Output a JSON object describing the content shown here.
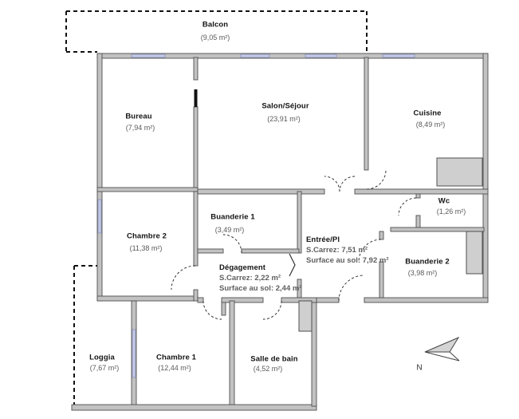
{
  "plan": {
    "type": "apartment-floorplan",
    "rooms": {
      "balcon": {
        "name": "Balcon",
        "area": "(9,05 m²)"
      },
      "bureau": {
        "name": "Bureau",
        "area": "(7,94 m²)"
      },
      "salon": {
        "name": "Salon/Séjour",
        "area": "(23,91 m²)"
      },
      "cuisine": {
        "name": "Cuisine",
        "area": "(8,49 m²)"
      },
      "wc": {
        "name": "Wc",
        "area": "(1,26 m²)"
      },
      "chambre2": {
        "name": "Chambre 2",
        "area": "(11,38 m²)"
      },
      "buanderie1": {
        "name": "Buanderie 1",
        "area": "(3,49 m²)"
      },
      "buanderie2": {
        "name": "Buanderie 2",
        "area": "(3,98 m²)"
      },
      "loggia": {
        "name": "Loggia",
        "area": "(7,67 m²)"
      },
      "chambre1": {
        "name": "Chambre 1",
        "area": "(12,44 m²)"
      },
      "salledebain": {
        "name": "Salle de bain",
        "area": "(4,52 m²)"
      },
      "entree": {
        "name": "Entrée/Pl",
        "carrez": "S.Carrez: 7,51 m²",
        "surface_sol": "Surface au sol: 7,92 m²"
      },
      "degagement": {
        "name": "Dégagement",
        "carrez": "S.Carrez: 2,22 m²",
        "surface_sol": "Surface au sol: 2,44 m²"
      }
    },
    "compass": {
      "label": "N"
    },
    "colors": {
      "wall_fill": "#c2c2c2",
      "wall_edge": "#4f4f4f",
      "window": "#c3c8e4",
      "fixture_fill": "#cfcfcf",
      "door_arc": "#222222",
      "background": "#ffffff"
    }
  }
}
